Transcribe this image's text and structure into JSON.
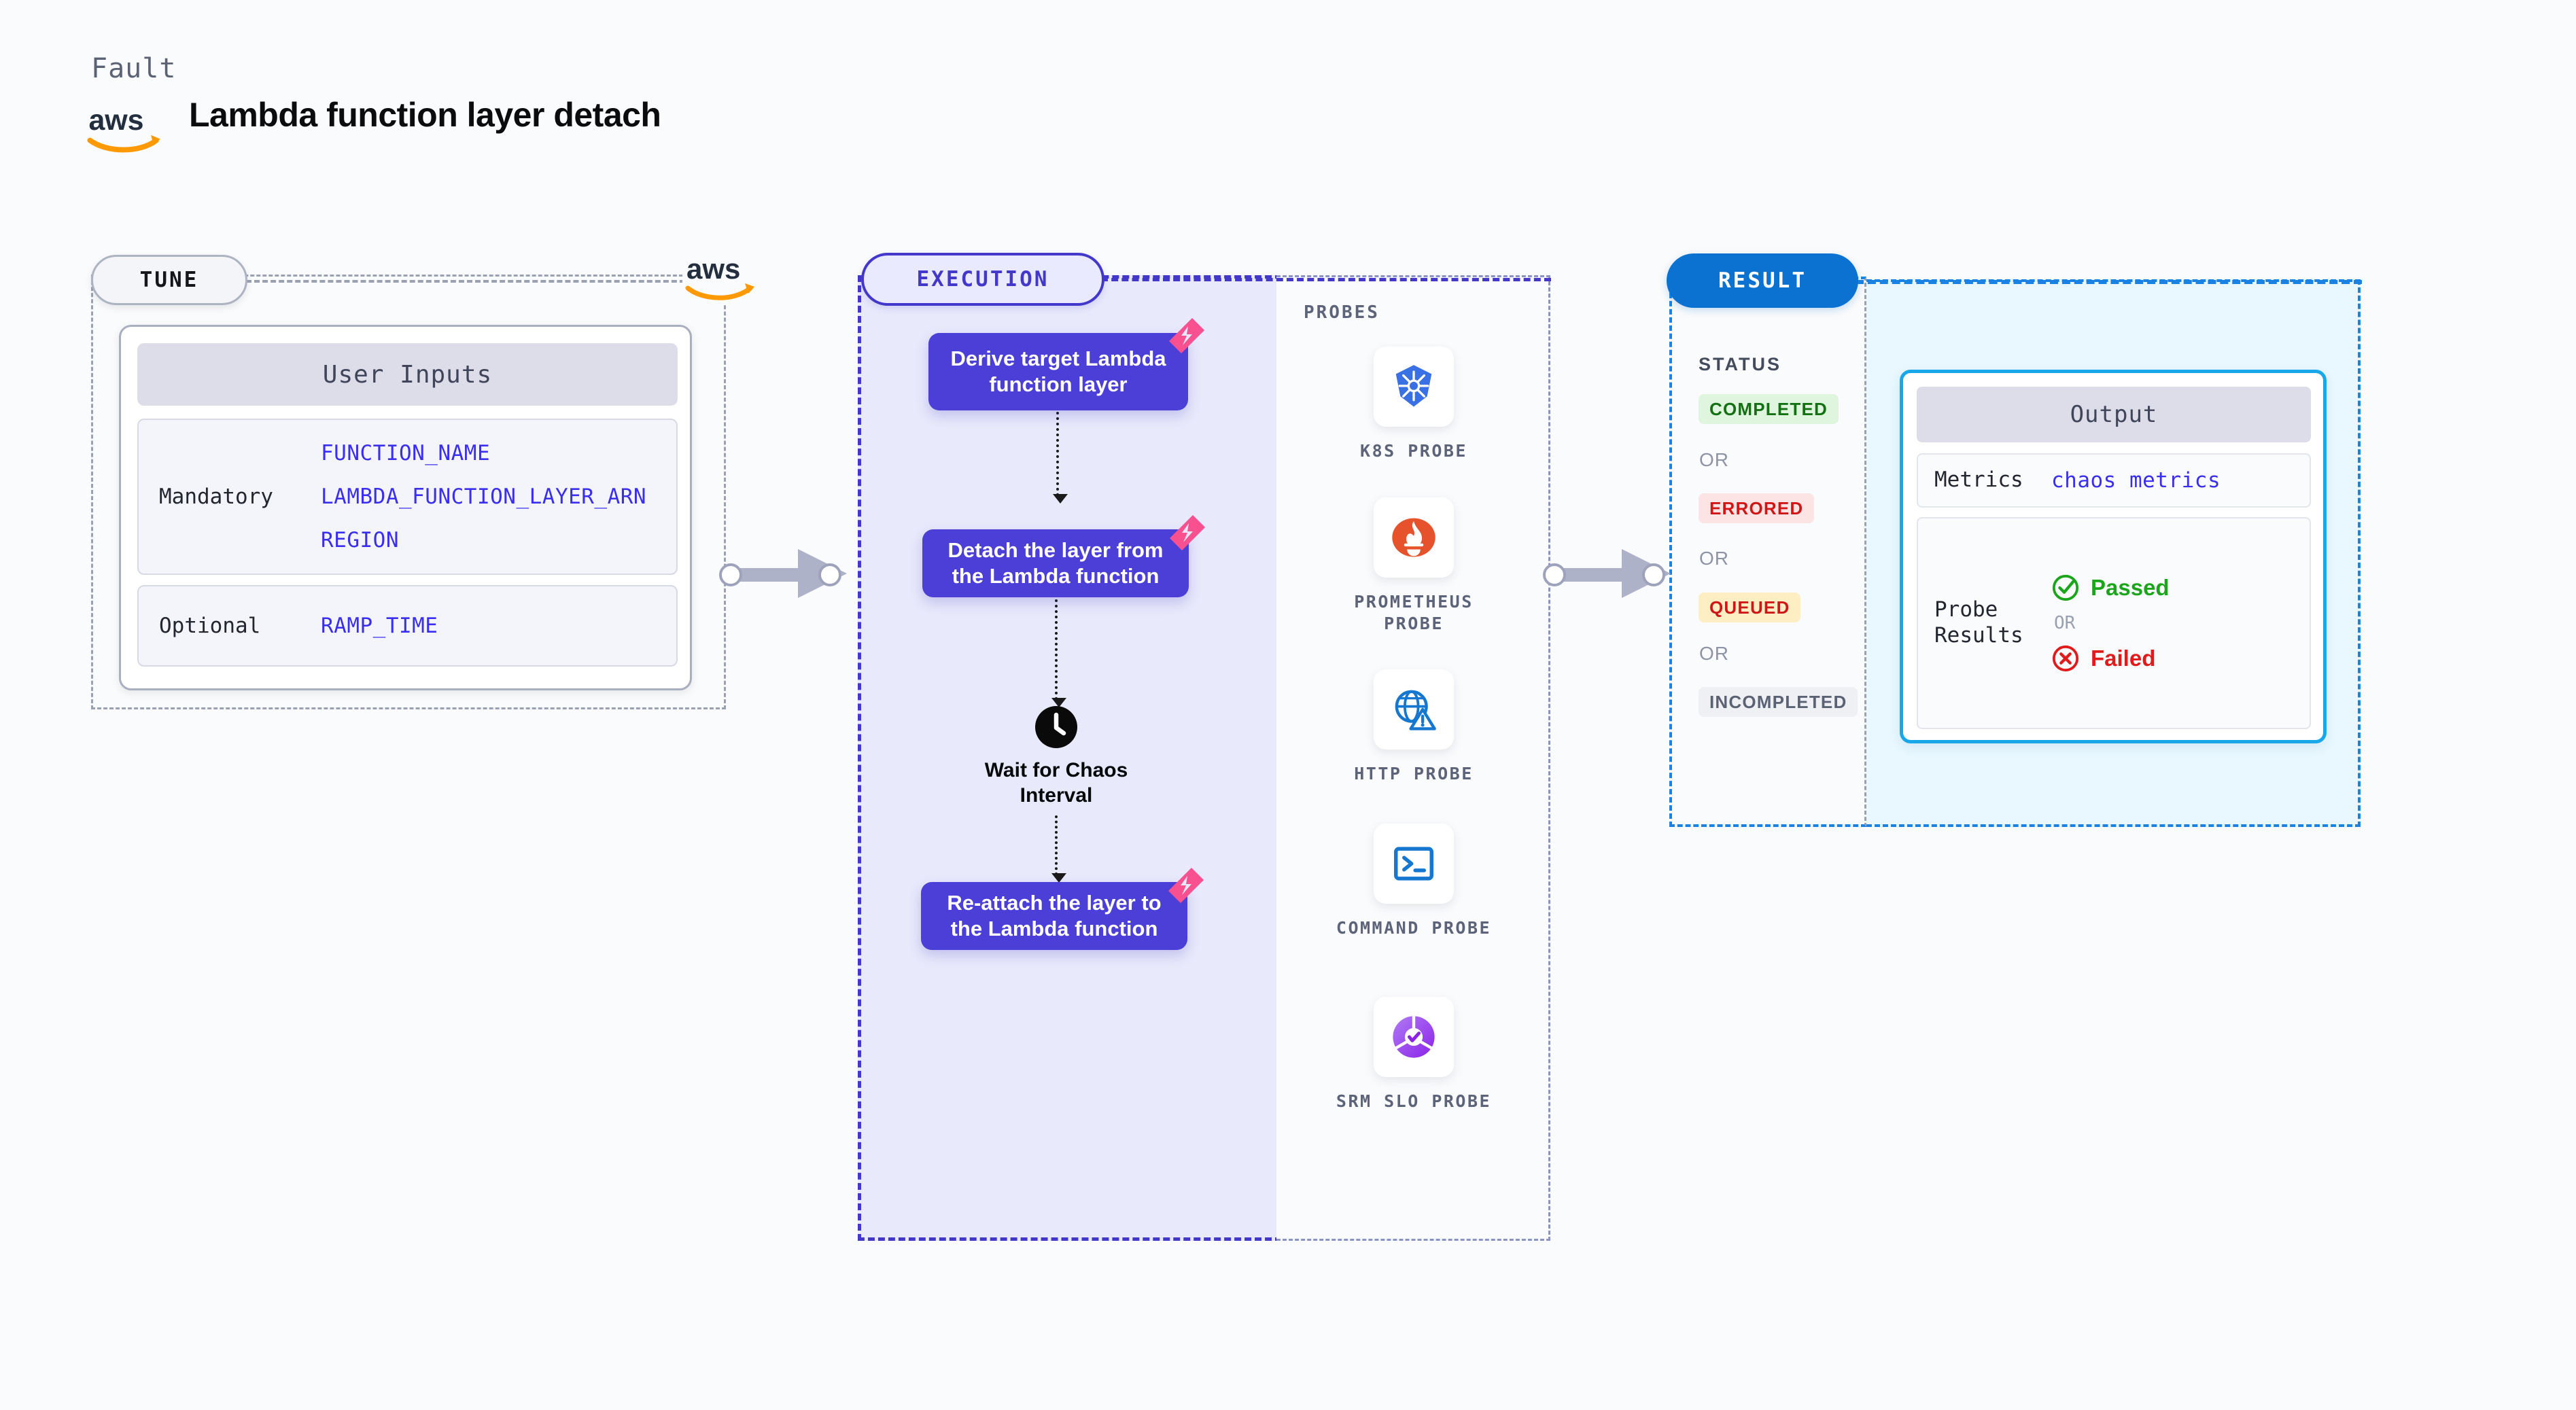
{
  "header": {
    "kicker": "Fault",
    "title": "Lambda function layer detach",
    "logo_icon": "aws-logo"
  },
  "tune": {
    "badge": "TUNE",
    "vendor_icon": "aws-logo",
    "card_title": "User Inputs",
    "groups": [
      {
        "label": "Mandatory",
        "values": [
          "FUNCTION_NAME",
          "LAMBDA_FUNCTION_LAYER_ARN",
          "REGION"
        ]
      },
      {
        "label": "Optional",
        "values": [
          "RAMP_TIME"
        ]
      }
    ]
  },
  "execution": {
    "badge": "EXECUTION",
    "steps": [
      {
        "label": "Derive target Lambda function layer",
        "corner_icon": "flash-corner-icon"
      },
      {
        "label": "Detach the layer from the Lambda function",
        "corner_icon": "flash-corner-icon"
      },
      {
        "label": "Re-attach the layer to the Lambda function",
        "corner_icon": "flash-corner-icon"
      }
    ],
    "wait": {
      "icon": "clock-icon",
      "label": "Wait for Chaos Interval"
    }
  },
  "probes": {
    "label": "PROBES",
    "items": [
      {
        "name": "K8S PROBE",
        "icon": "kubernetes-icon"
      },
      {
        "name": "PROMETHEUS PROBE",
        "icon": "prometheus-icon"
      },
      {
        "name": "HTTP PROBE",
        "icon": "http-globe-alert-icon"
      },
      {
        "name": "COMMAND PROBE",
        "icon": "terminal-icon"
      },
      {
        "name": "SRM SLO PROBE",
        "icon": "srm-slo-icon"
      }
    ]
  },
  "result": {
    "badge": "RESULT",
    "status_label": "STATUS",
    "or_label": "OR",
    "statuses": [
      {
        "label": "COMPLETED",
        "tone": "success"
      },
      {
        "label": "ERRORED",
        "tone": "error"
      },
      {
        "label": "QUEUED",
        "tone": "warning"
      },
      {
        "label": "INCOMPLETED",
        "tone": "neutral"
      }
    ],
    "output": {
      "title": "Output",
      "metrics_key": "Metrics",
      "metrics_value": "chaos metrics",
      "probe_results_key": "Probe Results",
      "passed_label": "Passed",
      "failed_label": "Failed",
      "or_label": "OR",
      "passed_icon": "check-circle-icon",
      "failed_icon": "x-circle-icon"
    }
  },
  "colors": {
    "accent_indigo": "#4338ca",
    "step_blue": "#4b3fd8",
    "result_blue": "#0b72d1",
    "output_cyan": "#18a7e8",
    "param_violet": "#3a2ef0",
    "corner_pink": "#f9508f",
    "success_green": "#1aa51a",
    "error_red": "#e01b1b",
    "aws_orange": "#ff9900"
  }
}
